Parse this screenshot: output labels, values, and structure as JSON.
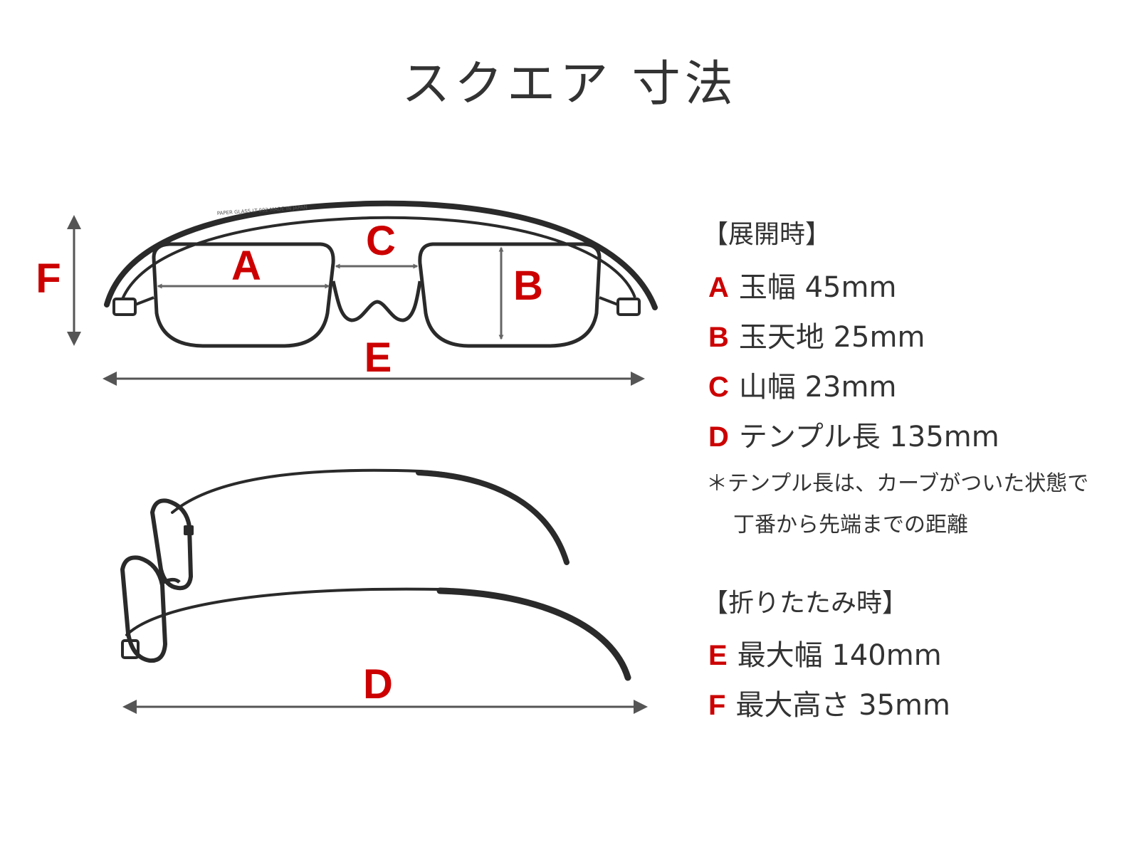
{
  "title": "スクエア 寸法",
  "colors": {
    "accent": "#cc0000",
    "text": "#333333",
    "frame": "#2a2a2a",
    "arrow": "#666666"
  },
  "diagram": {
    "labels": {
      "A": "A",
      "B": "B",
      "C": "C",
      "D": "D",
      "E": "E",
      "F": "F"
    },
    "temple_print": "PAPER GLASS  LT-002  MADE IN JAPAN"
  },
  "specs": {
    "open_heading": "【展開時】",
    "open": [
      {
        "key": "A",
        "name": "玉幅",
        "value": "45mm"
      },
      {
        "key": "B",
        "name": "玉天地",
        "value": "25mm"
      },
      {
        "key": "C",
        "name": "山幅",
        "value": "23mm"
      },
      {
        "key": "D",
        "name": "テンプル長",
        "value": "135mm"
      }
    ],
    "note_line1": "＊テンプル長は、カーブがついた状態で",
    "note_line2": "丁番から先端までの距離",
    "folded_heading": "【折りたたみ時】",
    "folded": [
      {
        "key": "E",
        "name": "最大幅",
        "value": "140mm"
      },
      {
        "key": "F",
        "name": "最大高さ",
        "value": "35mm"
      }
    ]
  }
}
